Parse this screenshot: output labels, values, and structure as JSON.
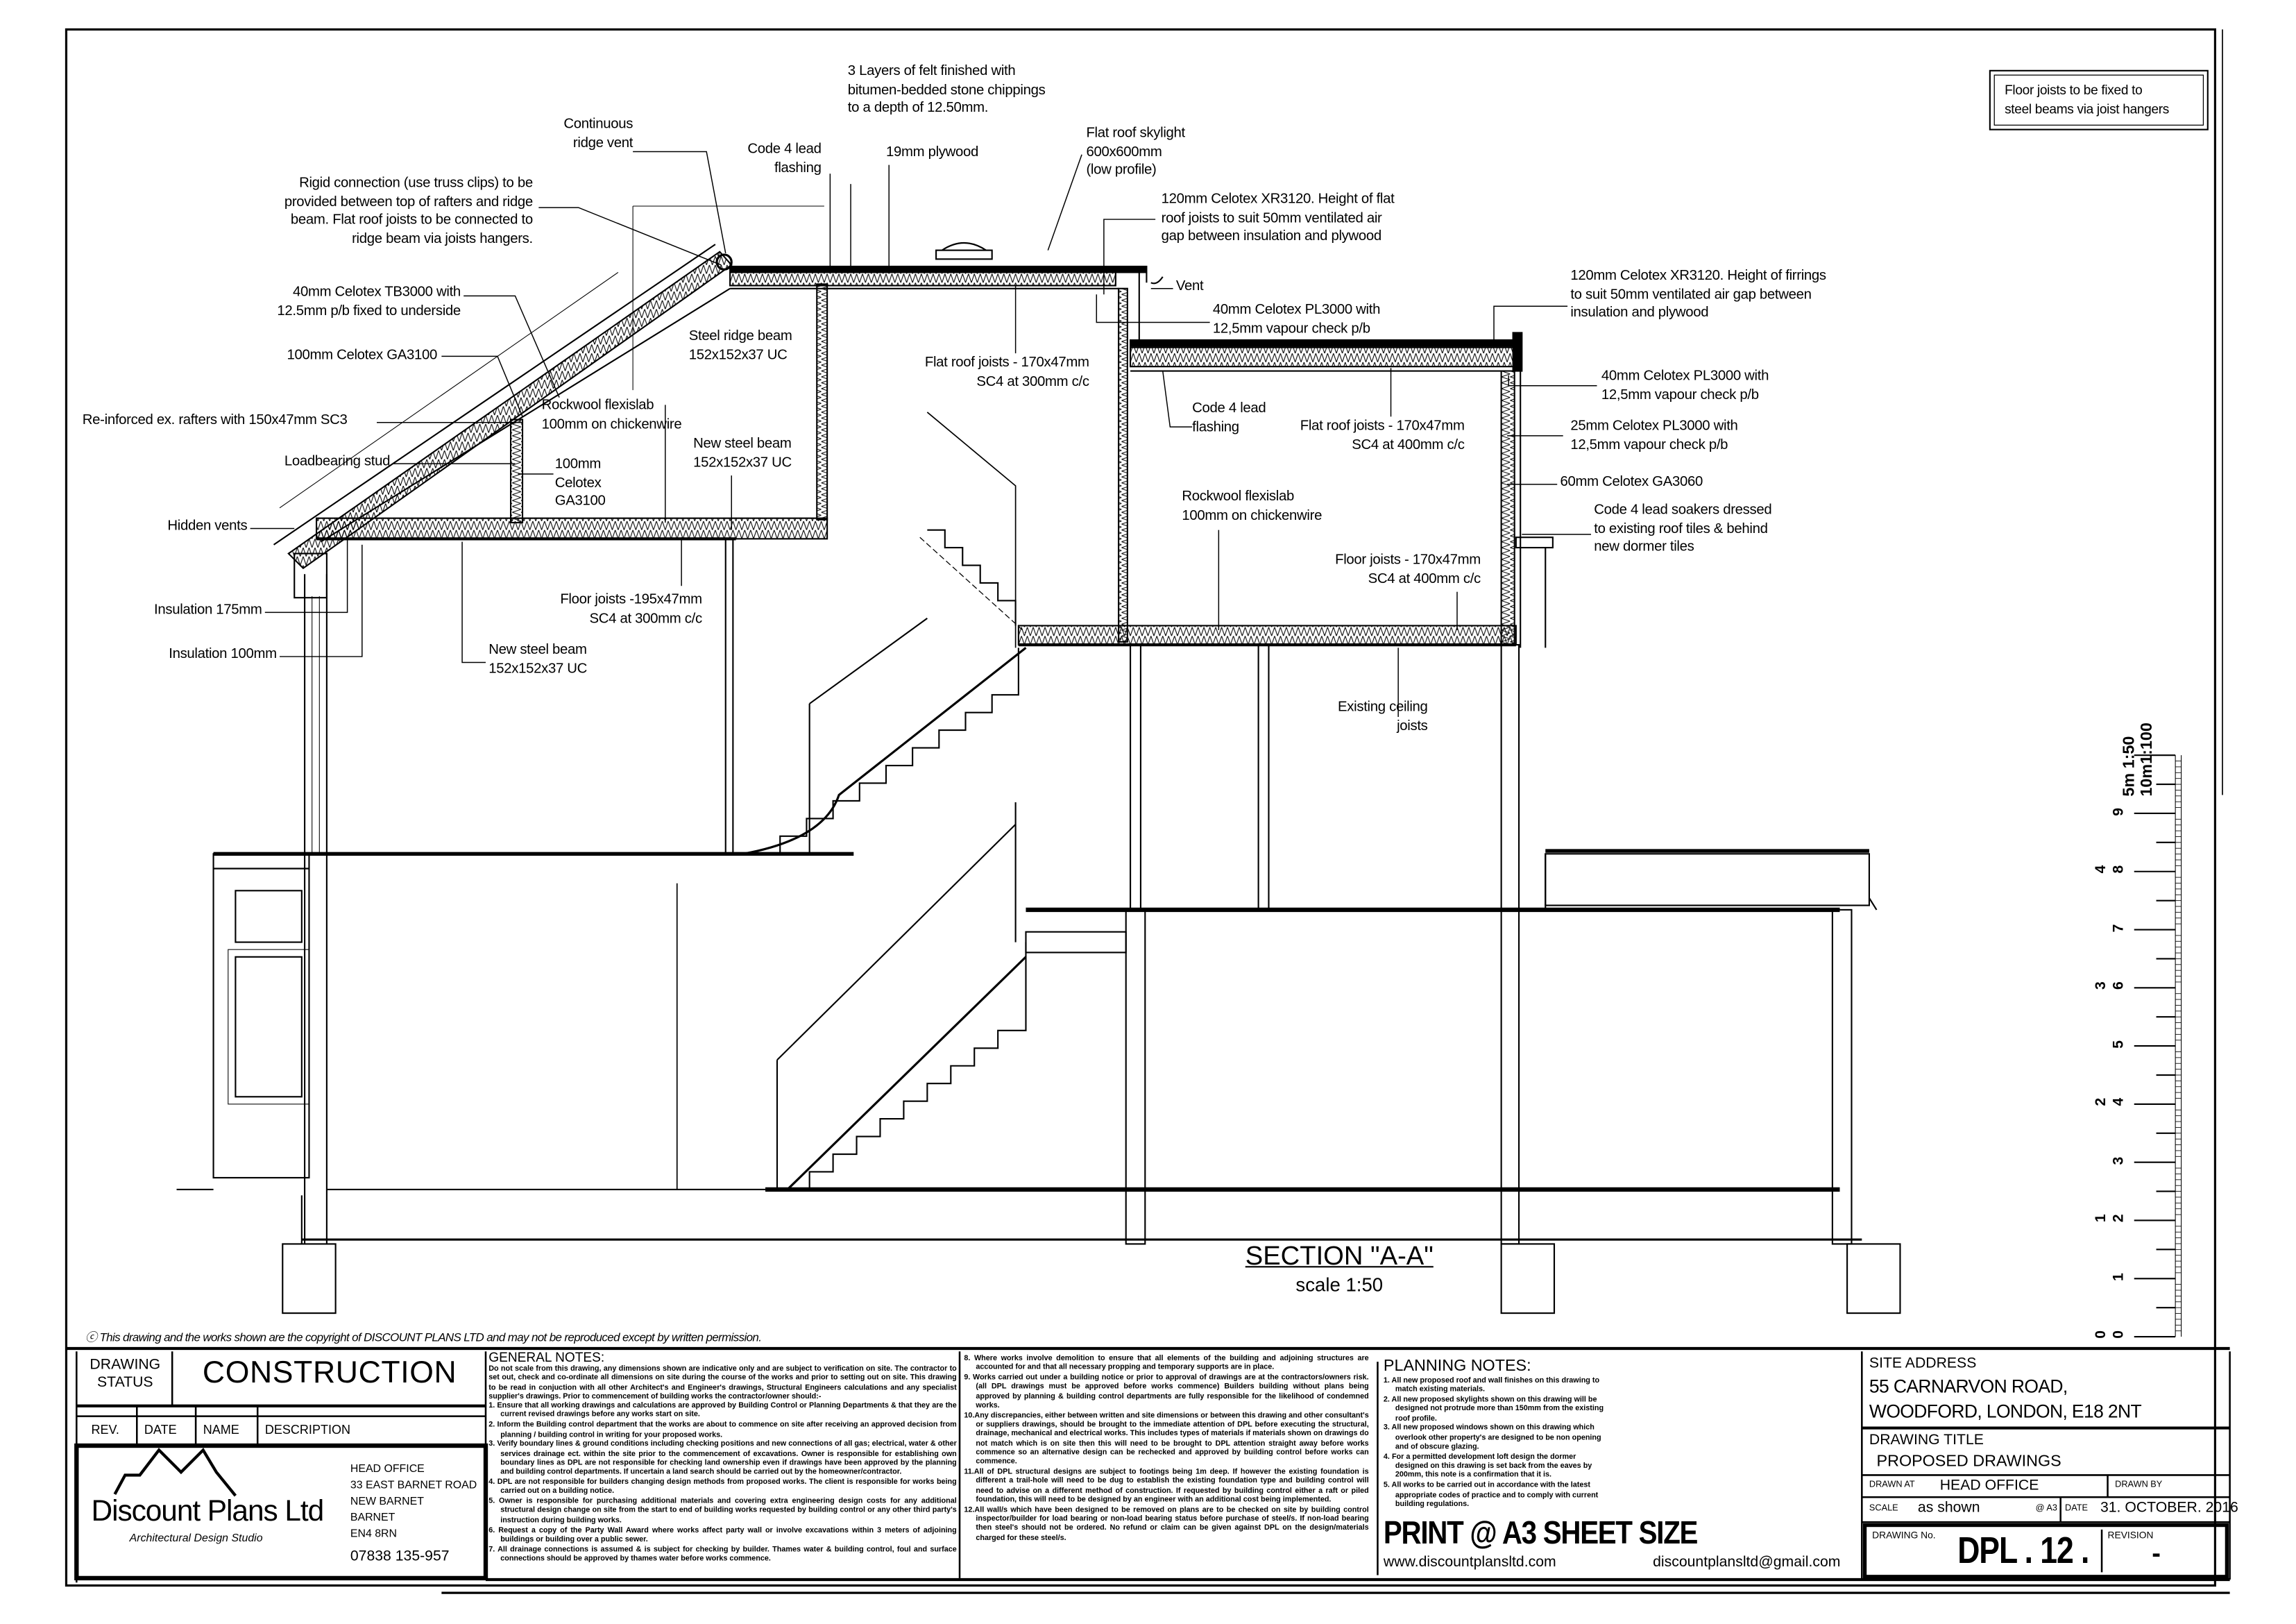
{
  "annotations": {
    "felt": [
      "3 Layers of felt finished with",
      "bitumen-bedded stone chippings",
      "to a depth of 12.50mm."
    ],
    "ridge_vent": [
      "Continuous",
      "ridge vent"
    ],
    "lead_flashing_top": [
      "Code 4 lead",
      "flashing"
    ],
    "plywood": [
      "19mm plywood"
    ],
    "skylight": [
      "Flat roof skylight",
      "600x600mm",
      "(low profile)"
    ],
    "rigid_connection": [
      "Rigid connection (use truss clips) to be",
      "provided between top of rafters and ridge",
      "beam. Flat roof joists to be connected to",
      "ridge beam via joists hangers."
    ],
    "xr3120_flat": [
      "120mm Celotex XR3120. Height of flat",
      "roof joists to suit 50mm ventilated air",
      "gap between insulation and plywood"
    ],
    "vent": [
      "Vent"
    ],
    "tb3000": [
      "40mm Celotex TB3000 with",
      "12.5mm p/b fixed to underside"
    ],
    "steel_ridge": [
      "Steel ridge beam",
      "152x152x37 UC"
    ],
    "pl3000_upper": [
      "40mm Celotex PL3000 with",
      "12,5mm vapour check p/b"
    ],
    "xr3120_firrings": [
      "120mm Celotex XR3120. Height of firrings",
      "to suit 50mm ventilated air gap between",
      "insulation and plywood"
    ],
    "flat_joists_300": [
      "Flat roof joists - 170x47mm",
      "SC4 at 300mm c/c"
    ],
    "ga3100_rafter": [
      "100mm Celotex GA3100"
    ],
    "pl3000_dormer": [
      "40mm Celotex PL3000 with",
      "12,5mm vapour check p/b"
    ],
    "rafters": [
      "Re-inforced ex. rafters with 150x47mm SC3"
    ],
    "rockwool_left": [
      "Rockwool flexislab",
      "100mm on chickenwire"
    ],
    "lead_flashing_mid": [
      "Code 4 lead",
      "flashing"
    ],
    "flat_joists_400": [
      "Flat roof joists - 170x47mm",
      "SC4 at 400mm c/c"
    ],
    "pl3000_25": [
      "25mm Celotex PL3000 with",
      "12,5mm vapour check p/b"
    ],
    "new_steel_upper": [
      "New steel beam",
      "152x152x37 UC"
    ],
    "stud": [
      "Loadbearing stud"
    ],
    "ga3100_wall": [
      "100mm",
      "Celotex",
      "GA3100"
    ],
    "ga3060": [
      "60mm Celotex GA3060"
    ],
    "rockwool_right": [
      "Rockwool flexislab",
      "100mm on chickenwire"
    ],
    "soakers": [
      "Code 4 lead soakers dressed",
      "to existing roof tiles & behind",
      "new dormer tiles"
    ],
    "hidden_vents": [
      "Hidden vents"
    ],
    "floor_joists_170": [
      "Floor joists - 170x47mm",
      "SC4 at 400mm c/c"
    ],
    "floor_joists_195": [
      "Floor joists -195x47mm",
      "SC4 at 300mm c/c"
    ],
    "ins175": [
      "Insulation 175mm"
    ],
    "ins100": [
      "Insulation 100mm"
    ],
    "new_steel_lower": [
      "New steel beam",
      "152x152x37 UC"
    ],
    "ceiling_joists": [
      "Existing ceiling",
      "joists"
    ],
    "hangers_note": [
      "Floor joists to be fixed to",
      "steel beams via joist hangers"
    ]
  },
  "section": {
    "title": "SECTION \"A-A\"",
    "scale": "scale 1:50"
  },
  "scale_bar": {
    "label_50": "5m 1:50",
    "label_100": "10m1:100",
    "ticks_100": [
      "0",
      "1",
      "2",
      "3",
      "4",
      "5",
      "6",
      "7",
      "8",
      "9"
    ],
    "ticks_50": [
      "0",
      "1",
      "2",
      "3",
      "4"
    ]
  },
  "copyright": "This drawing and the works shown are the copyright of DISCOUNT PLANS LTD and may not be reproduced except by written permission.",
  "title_block": {
    "status_label": "DRAWING STATUS",
    "status": "CONSTRUCTION",
    "rev_headers": [
      "REV.",
      "DATE",
      "NAME",
      "DESCRIPTION"
    ],
    "company": "Discount Plans Ltd",
    "tagline": "Architectural Design Studio",
    "office": [
      "HEAD OFFICE",
      "33 EAST BARNET ROAD",
      "NEW BARNET",
      "BARNET",
      "EN4 8RN"
    ],
    "phone": "07838 135-957",
    "general_notes_title": "GENERAL NOTES:",
    "general_notes_intro": "Do not scale from this drawing, any dimensions shown are indicative only and are subject to verification on site. The contractor to set out, check and co-ordinate all dimensions on site during the course of the works and prior to setting out on site. This drawing to be read in conjuction with all other Architect's and Engineer's drawings, Structural Engineers calculations and any specialist supplier's drawings. Prior to commencement of building works the contractor/owner should:-",
    "general_notes": [
      "1. Ensure that all working drawings and calculations are approved by Building Control or Planning Departments & that they are the current revised drawings before any works start on site.",
      "2. Inform the Building control department that the works are about to commence on site after receiving an approved decision from planning / building control in writing for your proposed works.",
      "3. Verify boundary lines & ground conditions including checking positions and new connections of all gas; electrical, water & other services drainage ect. within the site prior to the commencement of excavations. Owner is responsible for establishing own boundary lines as DPL are not responsible for checking land ownership even if drawings have been approved by the planning and building control departments. If uncertain a land search should be carried out by the homeowner/contractor.",
      "4. DPL are not responsible for builders changing design methods from proposed works. The client is responsible for works being carried out on a building notice.",
      "5. Owner is responsible for purchasing additional materials and covering extra engineering design costs for any additional structural design change on site from the start to end of building works requested by building control or any other third party's instruction during building works.",
      "6. Request a copy of the Party Wall Award where works affect party wall or involve excavations within 3 meters of adjoining buildings or building over a public sewer.",
      "7. All drainage connections is assumed & is subject for checking by builder. Thames water & building control, foul and surface connections should be approved by thames water before works commence.",
      "8. Where works involve demolition to ensure that all elements of the building and adjoining structures are accounted for and that all necessary propping and temporary supports are in place.",
      "9. Works carried out under a building notice or prior to approval of drawings are at the contractors/owners risk. (all DPL drawings must be approved before works commence) Builders building without plans being approved by planning & building control departments are fully responsible for the likelihood of condemned works.",
      "10.Any discrepancies, either between written and site dimensions or between this drawing and other consultant's or suppliers drawings, should be brought to the immediate attention of DPL before executing the structural, drainage, mechanical and electrical works. This includes types of materials if materials shown on drawings do not match which is on site then this will need to be brought to DPL attention straight away before works commence so an alternative design can be rechecked and approved by building control before works can commence.",
      "11.All of DPL structural designs are subject to footings being 1m deep. If however the existing foundation is different a trail-hole will need to be dug to establish the existing foundation type and building control will need to advise on a different method of construction. If requested by building control either a raft or piled foundation, this will need to be designed by an engineer with an additional cost being implemented.",
      "12.All wall/s which have been designed to be removed on plans are to be checked on site by building control inspector/builder for load bearing or non-load bearing status before purchase of steel/s. If non-load bearing then steel's should not be ordered. No refund or claim can be given against DPL on the design/materials charged for these steel/s."
    ],
    "planning_notes_title": "PLANNING NOTES:",
    "planning_notes": [
      "1. All new proposed roof and wall finishes on this drawing to match existing materials.",
      "2. All new proposed skylights shown on this drawing will be designed not protrude more than 150mm from the existing roof profile.",
      "3. All new proposed windows shown on this drawing which overlook other property's are designed to be non opening and of obscure glazing.",
      "4. For a permitted development loft design the dormer designed on this drawing is set back from the eaves by 200mm, this note is a confirmation that it is.",
      "5. All works to be carried out in accordance with the latest appropriate codes of practice and to comply with current building regulations."
    ],
    "print_note": "PRINT @ A3 SHEET SIZE",
    "website": "www.discountplansltd.com",
    "email": "discountplansltd@gmail.com",
    "site_address_label": "SITE ADDRESS",
    "site_address": [
      "55 CARNARVON ROAD,",
      "WOODFORD, LONDON, E18 2NT"
    ],
    "drawing_title_label": "DRAWING TITLE",
    "drawing_title": "PROPOSED DRAWINGS",
    "drawn_at_label": "DRAWN AT",
    "drawn_at": "HEAD OFFICE",
    "drawn_by_label": "DRAWN BY",
    "scale_label": "SCALE",
    "scale": "as shown",
    "scale_sheet": "@ A3",
    "date_label": "DATE",
    "date": "31. OCTOBER. 2016",
    "drawing_no_label": "DRAWING No.",
    "drawing_no": "DPL . 12 .",
    "revision_label": "REVISION",
    "revision": "-"
  }
}
